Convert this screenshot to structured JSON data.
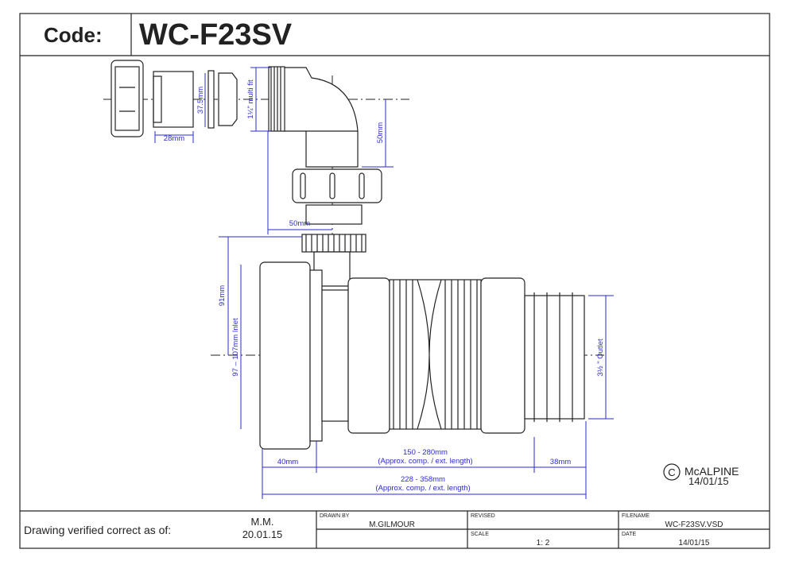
{
  "header": {
    "code_label": "Code:",
    "code_value": "WC-F23SV"
  },
  "dimensions": {
    "d_37_5": "37.5mm",
    "d_28": "28mm",
    "d_multi": "1¼\" multi fit",
    "d_50v": "50mm",
    "d_50h": "50mm",
    "d_91": "91mm",
    "d_inlet": "97 – 107mm Inlet",
    "d_outlet": "3½ \" Outlet",
    "d_40": "40mm",
    "d_150": "150 - 280mm",
    "d_150_note": "(Approx. comp. / ext. length)",
    "d_38": "38mm",
    "d_228": "228 - 358mm",
    "d_228_note": "(Approx. comp. / ext. length)"
  },
  "copyright": {
    "symbol": "C",
    "brand": "McALPINE",
    "date": "14/01/15"
  },
  "title_block": {
    "verified_label": "Drawing verified  correct as of:",
    "verified_by": "M.M.",
    "verified_date": "20.01.15",
    "drawn_by_label": "DRAWN BY",
    "drawn_by": "M.GILMOUR",
    "revised_label": "REVISED",
    "revised": "",
    "scale_label": "SCALE",
    "scale": "1: 2",
    "filename_label": "FILENAME",
    "filename": "WC-F23SV.VSD",
    "date_label": "DATE",
    "date": "14/01/15"
  }
}
